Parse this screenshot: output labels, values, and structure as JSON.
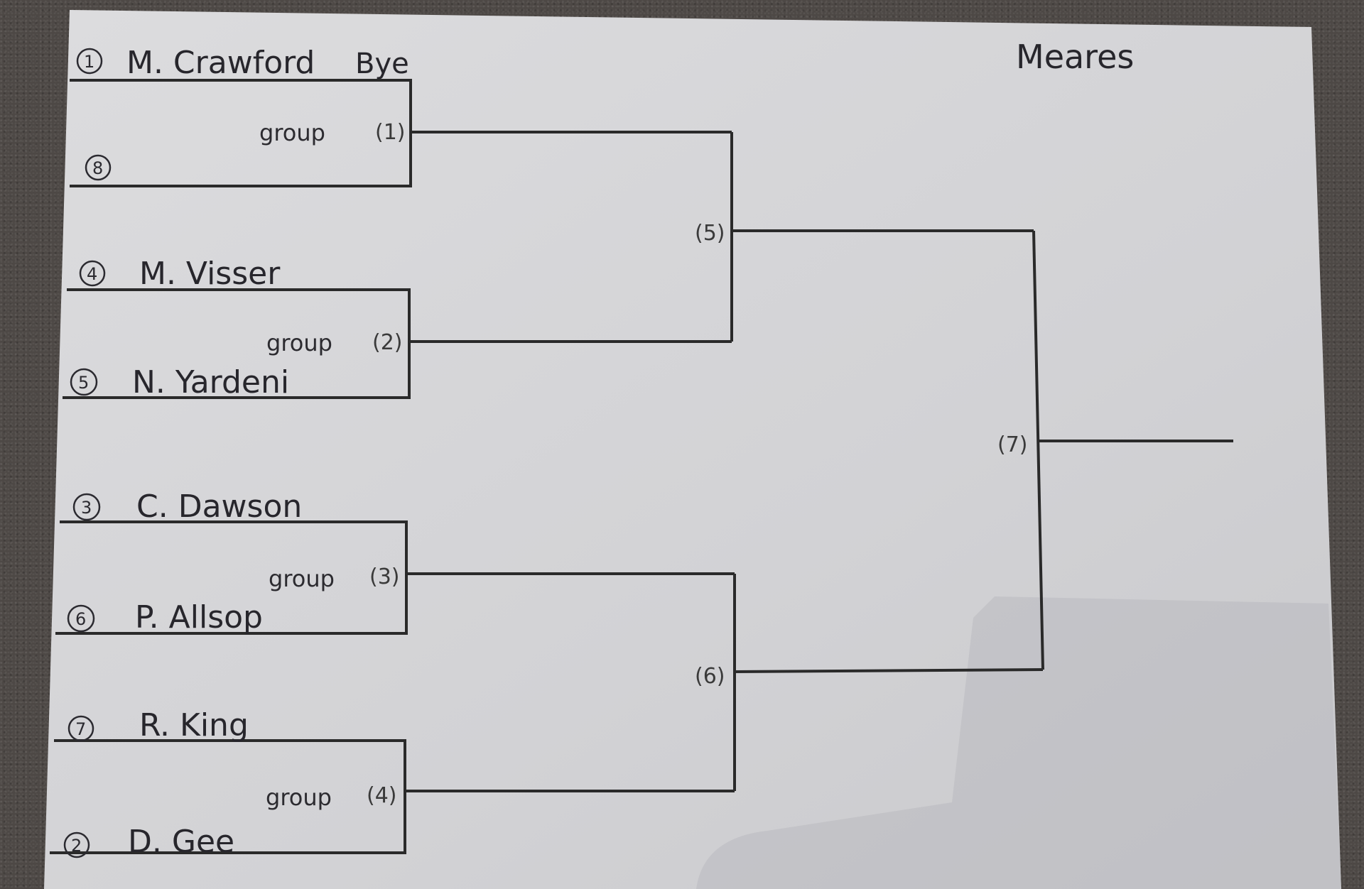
{
  "sheet": {
    "title": "Meares",
    "bye_label": "Bye",
    "matches": [
      {
        "id": "(1)",
        "note": "group"
      },
      {
        "id": "(2)",
        "note": "group"
      },
      {
        "id": "(3)",
        "note": "group"
      },
      {
        "id": "(4)",
        "note": "group"
      },
      {
        "id": "(5)"
      },
      {
        "id": "(6)"
      },
      {
        "id": "(7)"
      }
    ],
    "entries": [
      {
        "seed": "1",
        "name": "M. Crawford"
      },
      {
        "seed": "8",
        "name": ""
      },
      {
        "seed": "4",
        "name": "M. Visser"
      },
      {
        "seed": "5",
        "name": "N. Yardeni"
      },
      {
        "seed": "3",
        "name": "C. Dawson"
      },
      {
        "seed": "6",
        "name": "P. Allsop"
      },
      {
        "seed": "7",
        "name": "R. King"
      },
      {
        "seed": "2",
        "name": "D. Gee"
      }
    ]
  },
  "colors": {
    "carpet": "#4d4845",
    "paper": "#d8d8da",
    "ink": "#2a2a2a"
  }
}
